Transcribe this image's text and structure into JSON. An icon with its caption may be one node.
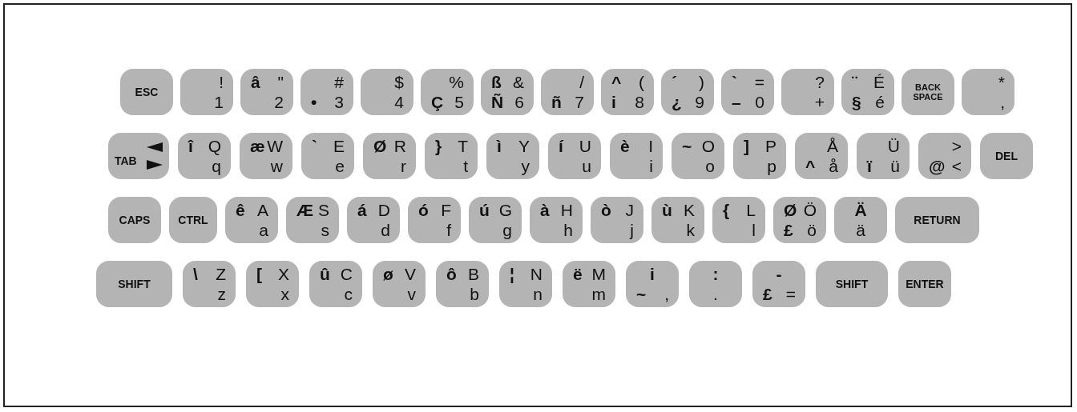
{
  "diagram": {
    "nodes": [
      {
        "text": [
          "ESC"
        ]
      },
      {
        "text": [
          "!",
          "1"
        ]
      },
      {
        "text": [
          "â",
          "\"",
          "2"
        ]
      },
      {
        "text": [
          "#",
          "•",
          "3"
        ]
      },
      {
        "text": [
          "$",
          "4"
        ]
      },
      {
        "text": [
          "%",
          "Ç",
          "5"
        ]
      },
      {
        "text": [
          "ß",
          "&",
          "Ñ",
          "6"
        ]
      },
      {
        "text": [
          "/",
          "ñ",
          "7"
        ]
      },
      {
        "text": [
          "^",
          "(",
          "i",
          "8"
        ]
      },
      {
        "text": [
          "´",
          ")",
          "¿",
          "9"
        ]
      },
      {
        "text": [
          "`",
          "=",
          "–",
          "0"
        ]
      },
      {
        "text": [
          "?",
          "+"
        ]
      },
      {
        "text": [
          "¨",
          "É",
          "§",
          "é"
        ]
      },
      {
        "text": [
          "BACK SPACE"
        ]
      },
      {
        "text": [
          "*",
          ","
        ]
      },
      {
        "text": [
          "TAB"
        ]
      },
      {
        "text": [
          "î",
          "Q",
          "q"
        ]
      },
      {
        "text": [
          "æ",
          "W",
          "w"
        ]
      },
      {
        "text": [
          "`",
          "E",
          "e"
        ]
      },
      {
        "text": [
          "Ø",
          "R",
          "r"
        ]
      },
      {
        "text": [
          "}",
          "T",
          "t"
        ]
      },
      {
        "text": [
          "ì",
          "Y",
          "y"
        ]
      },
      {
        "text": [
          "í",
          "U",
          "u"
        ]
      },
      {
        "text": [
          "è",
          "I",
          "i"
        ]
      },
      {
        "text": [
          "~",
          "O",
          "o"
        ]
      },
      {
        "text": [
          "]",
          "P",
          "p"
        ]
      },
      {
        "text": [
          "Å",
          "^",
          "å"
        ]
      },
      {
        "text": [
          "Ü",
          "ï",
          "ü"
        ]
      },
      {
        "text": [
          ">",
          "@",
          "<"
        ]
      },
      {
        "text": [
          "DEL"
        ]
      },
      {
        "text": [
          "CAPS"
        ]
      },
      {
        "text": [
          "CTRL"
        ]
      },
      {
        "text": [
          "ê",
          "A",
          "a"
        ]
      },
      {
        "text": [
          "Æ",
          "S",
          "s"
        ]
      },
      {
        "text": [
          "á",
          "D",
          "d"
        ]
      },
      {
        "text": [
          "ó",
          "F",
          "f"
        ]
      },
      {
        "text": [
          "ú",
          "G",
          "g"
        ]
      },
      {
        "text": [
          "à",
          "H",
          "h"
        ]
      },
      {
        "text": [
          "ò",
          "J",
          "j"
        ]
      },
      {
        "text": [
          "ù",
          "K",
          "k"
        ]
      },
      {
        "text": [
          "{",
          "L",
          "l"
        ]
      },
      {
        "text": [
          "Ø",
          "Ö",
          "£",
          "ö"
        ]
      },
      {
        "text": [
          "Ä",
          "ä"
        ]
      },
      {
        "text": [
          "RETURN"
        ]
      },
      {
        "text": [
          "SHIFT"
        ]
      },
      {
        "text": [
          "\\",
          "Z",
          "z"
        ]
      },
      {
        "text": [
          "[",
          "X",
          "x"
        ]
      },
      {
        "text": [
          "û",
          "C",
          "c"
        ]
      },
      {
        "text": [
          "ø",
          "V",
          "v"
        ]
      },
      {
        "text": [
          "ô",
          "B",
          "b"
        ]
      },
      {
        "text": [
          "¦",
          "N",
          "n"
        ]
      },
      {
        "text": [
          "ë",
          "M",
          "m"
        ]
      },
      {
        "text": [
          "i",
          "~",
          ","
        ]
      },
      {
        "text": [
          ":",
          "."
        ]
      },
      {
        "text": [
          "-",
          "£",
          "="
        ]
      },
      {
        "text": [
          "SHIFT"
        ]
      },
      {
        "text": [
          "ENTER"
        ]
      }
    ]
  }
}
